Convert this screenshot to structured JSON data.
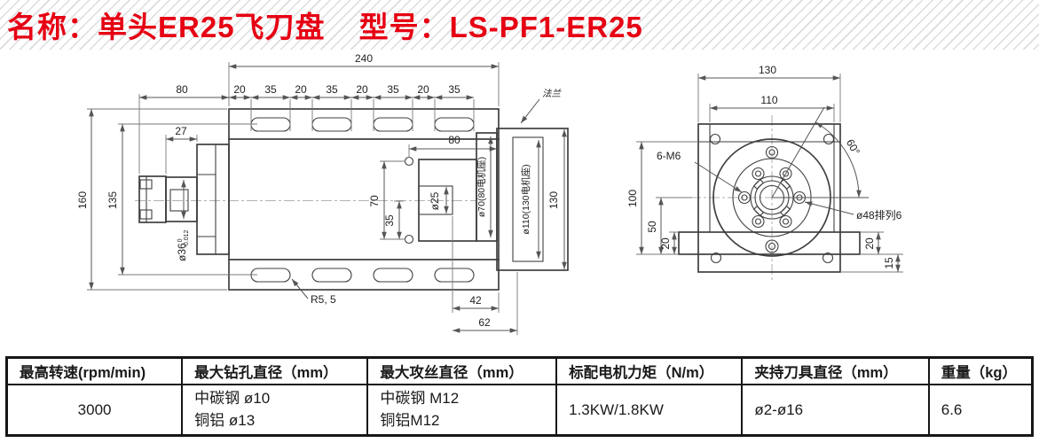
{
  "banner": {
    "name": "名称：单头ER25飞刀盘",
    "model": "型号：LS-PF1-ER25",
    "accent_color": "#e60013"
  },
  "front_view": {
    "dim_240": "240",
    "dim_80_left": "80",
    "dim_top_segments": [
      "20",
      "35",
      "20",
      "35",
      "20",
      "35",
      "20",
      "35"
    ],
    "dim_27": "27",
    "dim_160": "160",
    "dim_135": "135",
    "dim_d36": "ø36",
    "dim_d36_tol_upper": "0",
    "dim_d36_tol_lower": "-0.012",
    "dim_80_pocket": "80",
    "dim_70": "70",
    "dim_35": "35",
    "dim_d25": "ø25",
    "label_d70_motor": "ø70(80电机座)",
    "label_d110_motor": "ø110(130电机座)",
    "dim_130": "130",
    "dim_42": "42",
    "dim_62": "62",
    "label_radius": "R5, 5",
    "label_flange": "法兰"
  },
  "side_view": {
    "dim_130": "130",
    "dim_110": "110",
    "dim_100": "100",
    "dim_50": "50",
    "dim_20_left": "20",
    "dim_20_right": "20",
    "dim_15": "15",
    "dim_angle": "60°",
    "label_bolts": "6-M6",
    "label_bolt_circle": "ø48排列6"
  },
  "spec_table": {
    "headers": [
      "最高转速(rpm/min)",
      "最大钻孔直径（mm）",
      "最大攻丝直径（mm）",
      "标配电机力矩（N/m）",
      "夹持刀具直径（mm）",
      "重量（kg）"
    ],
    "row": {
      "max_speed": "3000",
      "drill_line1": "中碳钢 ø10",
      "drill_line2": "铜铝 ø13",
      "tap_line1": "中碳钢 M12",
      "tap_line2": "铜铝M12",
      "motor_torque": "1.3KW/1.8KW",
      "tool_diameter": "ø2-ø16",
      "weight": "6.6"
    }
  }
}
